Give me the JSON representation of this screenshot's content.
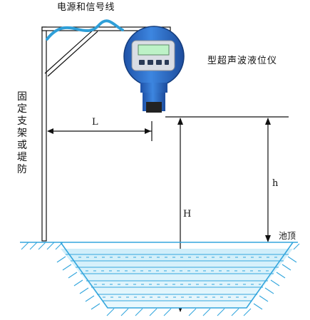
{
  "labels": {
    "cable": "电源和信号线",
    "device": "型超声波液位仪",
    "support": "固定支架或堤防",
    "L": "L",
    "h": "h",
    "H": "H",
    "pool_top": "池顶"
  },
  "colors": {
    "line": "#111111",
    "cable": "#2f9fd8",
    "water_top": "#cfeefa",
    "water_bottom": "#e6f7fd",
    "water_lines": "#34a6dd",
    "device_body": "#2a69c6",
    "device_display": "#bdf2c7"
  }
}
